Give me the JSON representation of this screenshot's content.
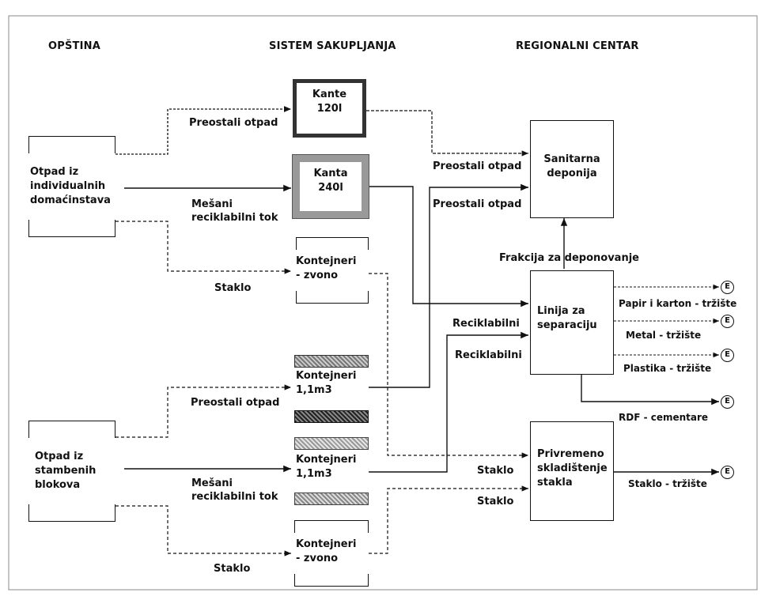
{
  "headers": {
    "opstina": "OPŠTINA",
    "sistem": "SISTEM SAKUPLJANJA",
    "regionalni": "REGIONALNI CENTAR"
  },
  "sources": {
    "individualni": [
      "Otpad iz",
      "individualnih",
      "domaćinstava"
    ],
    "stambeni": [
      "Otpad iz",
      "stambenih",
      "blokova"
    ]
  },
  "collection": {
    "kante120": [
      "Kante",
      "120l"
    ],
    "kanta240": [
      "Kanta",
      "240l"
    ],
    "zvono_top": [
      "Kontejneri",
      "- zvono"
    ],
    "kont11_a": [
      "Kontejneri",
      "1,1m3"
    ],
    "kont11_b": [
      "Kontejneri",
      "1,1m3"
    ],
    "zvono_bottom": [
      "Kontejneri",
      "- zvono"
    ]
  },
  "regional": {
    "deponija": [
      "Sanitarna",
      "deponija"
    ],
    "separacija": [
      "Linija za",
      "separaciju"
    ],
    "skladistenje": [
      "Privremeno",
      "skladištenje",
      "stakla"
    ]
  },
  "flow_labels": {
    "preostali_1": "Preostali otpad",
    "mesani_1a": "Mešani",
    "mesani_1b": "reciklabilni tok",
    "staklo_1": "Staklo",
    "preostali_2": "Preostali otpad",
    "mesani_2a": "Mešani",
    "mesani_2b": "reciklabilni tok",
    "staklo_2": "Staklo",
    "dep_in_1": "Preostali otpad",
    "dep_in_2": "Preostali otpad",
    "frakcija": "Frakcija za deponovanje",
    "recik_1": "Reciklabilni",
    "recik_2": "Reciklabilni",
    "staklo_in_1": "Staklo",
    "staklo_in_2": "Staklo"
  },
  "outputs": {
    "papir": "Papir i karton - tržište",
    "metal": "Metal - tržište",
    "plastika": "Plastika - tržište",
    "rdf": "RDF - cementare",
    "staklo": "Staklo - tržište",
    "badge": "E"
  }
}
